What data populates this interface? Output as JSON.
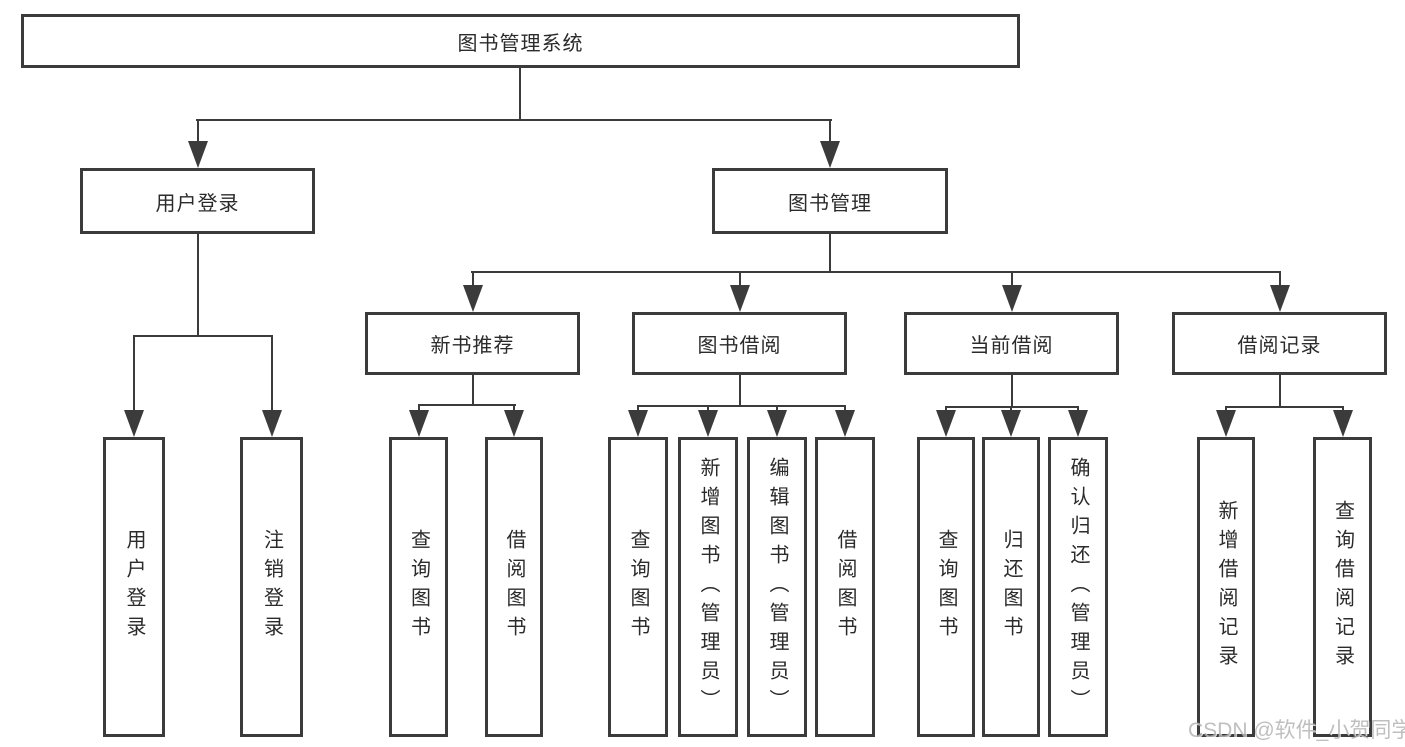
{
  "watermark": {
    "text": "CSDN @软件_小贺同学"
  },
  "colors": {
    "ink": "#3b3b3b",
    "background": "#ffffff",
    "watermark": "#b5b5b5"
  },
  "tree": {
    "root": {
      "label": "图书管理系统"
    },
    "branches": [
      {
        "label": "用户登录",
        "children": [
          {
            "label": "用户登录"
          },
          {
            "label": "注销登录"
          }
        ]
      },
      {
        "label": "图书管理",
        "children": [
          {
            "label": "新书推荐",
            "children": [
              {
                "label": "查询图书"
              },
              {
                "label": "借阅图书"
              }
            ]
          },
          {
            "label": "图书借阅",
            "children": [
              {
                "label": "查询图书"
              },
              {
                "label": "新增图书（管理员）"
              },
              {
                "label": "编辑图书（管理员）"
              },
              {
                "label": "借阅图书"
              }
            ]
          },
          {
            "label": "当前借阅",
            "children": [
              {
                "label": "查询图书"
              },
              {
                "label": "归还图书"
              },
              {
                "label": "确认归还（管理员）"
              }
            ]
          },
          {
            "label": "借阅记录",
            "children": [
              {
                "label": "新增借阅记录"
              },
              {
                "label": "查询借阅记录"
              }
            ]
          }
        ]
      }
    ]
  }
}
